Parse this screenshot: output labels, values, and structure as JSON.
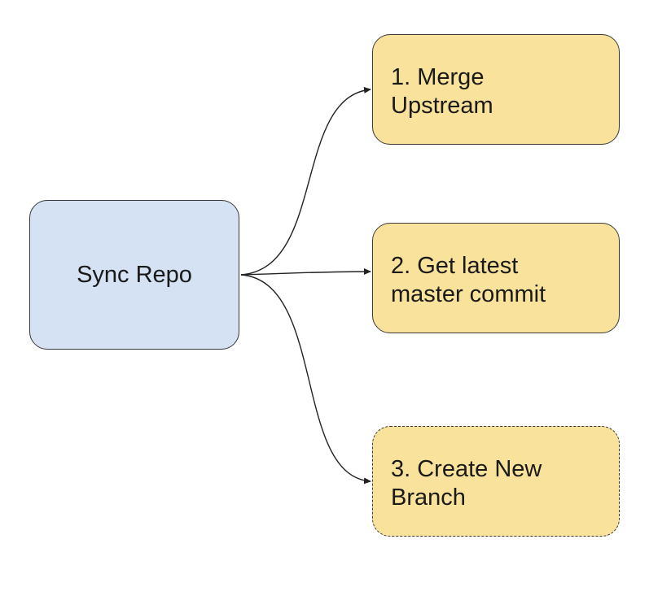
{
  "diagram": {
    "source": {
      "label": "Sync Repo"
    },
    "steps": [
      {
        "line1": "1. Merge",
        "line2": "Upstream",
        "border": "solid"
      },
      {
        "line1": "2. Get latest",
        "line2": "master commit",
        "border": "solid"
      },
      {
        "line1": "3. Create New",
        "line2": "Branch",
        "border": "dashed"
      }
    ]
  },
  "colors": {
    "source_fill": "#d4e2f3",
    "step_fill": "#f9e29b",
    "stroke": "#3a3a3a",
    "text": "#1a1a1a"
  }
}
